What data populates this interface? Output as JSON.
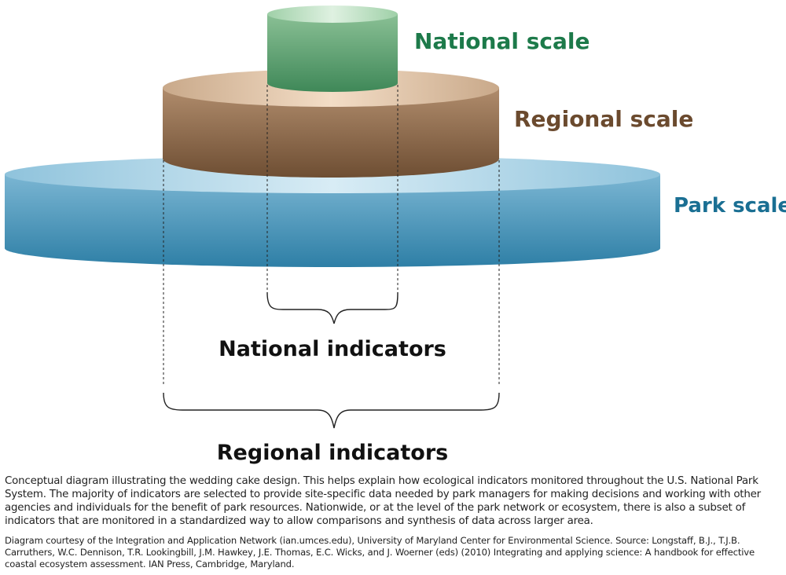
{
  "labels": {
    "national_scale": "National scale",
    "regional_scale": "Regional scale",
    "park_scale": "Park scale",
    "national_indicators": "National indicators",
    "regional_indicators": "Regional indicators"
  },
  "colors": {
    "national": "#1d7a4a",
    "regional": "#6b4a2e",
    "park": "#1a6f93",
    "indicator_text": "#111111"
  },
  "caption": {
    "main": "Conceptual diagram illustrating the wedding cake design. This helps explain how ecological indicators monitored throughout the U.S. National Park System. The majority of indicators are selected to provide site-specific data needed by park managers for making decisions and working with other agencies and individuals for the benefit of park resources. Nationwide, or at the level of the park network or ecosystem, there is also a subset of indicators that are monitored in a standardized way to allow comparisons and synthesis of data across larger area.",
    "credit": "Diagram courtesy of the Integration and Application Network (ian.umces.edu), University of Maryland Center for Environmental Science. Source: Longstaff, B.J., T.J.B. Carruthers, W.C. Dennison, T.R. Lookingbill, J.M. Hawkey, J.E. Thomas, E.C. Wicks, and J. Woerner (eds) (2010) Integrating and applying science: A handbook for effective coastal ecosystem assessment. IAN Press, Cambridge, Maryland."
  }
}
